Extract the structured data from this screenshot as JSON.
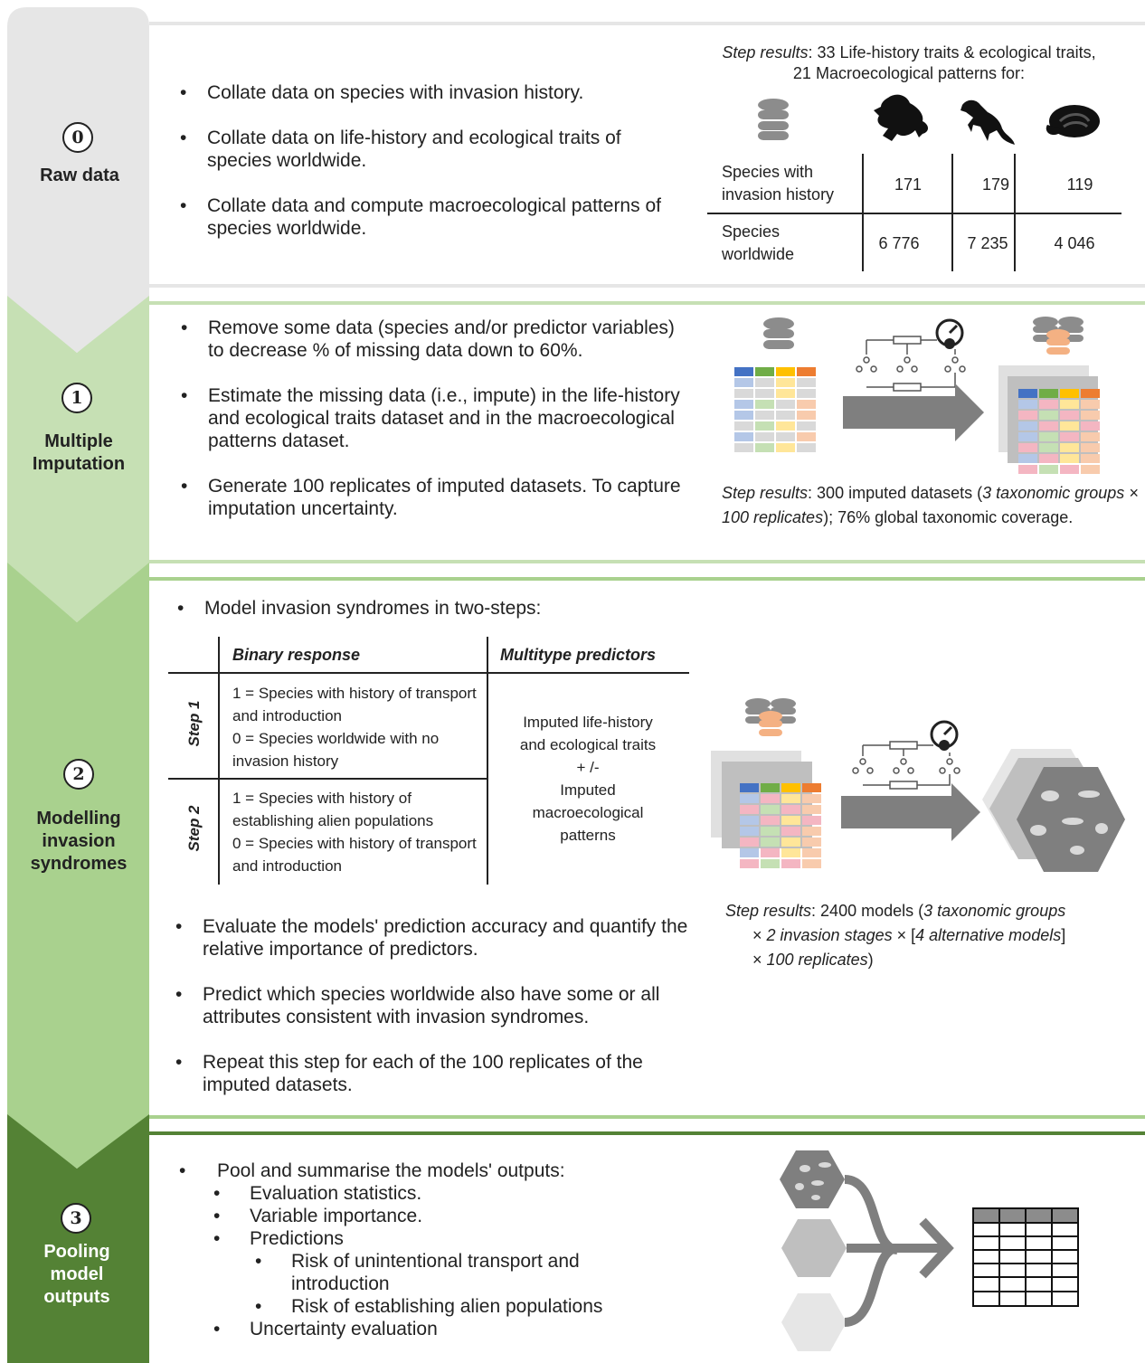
{
  "colors": {
    "step0": "#e6e6e6",
    "step1": "#c6e0b4",
    "step2": "#a9d18e",
    "step3": "#548235",
    "table_blue": "#4472c4",
    "table_green": "#70ad47",
    "table_yellow": "#ffc000",
    "table_orange": "#ed7d31"
  },
  "steps": [
    {
      "number": "0",
      "title_lines": [
        "Raw data"
      ],
      "bullets": [
        "Collate data on species with invasion history.",
        "Collate data on life-history and ecological traits of species worldwide.",
        "Collate data and compute macroecological patterns of species worldwide."
      ],
      "results_label": "Step results",
      "results_text": ": 33 Life-history traits & ecological traits, 21 Macroecological patterns for:",
      "icons": [
        "database-icon",
        "frog-icon",
        "lizard-icon",
        "snake-icon"
      ],
      "table": {
        "rows": [
          {
            "label": "Species with invasion history",
            "values": [
              "171",
              "179",
              "119"
            ]
          },
          {
            "label": "Species worldwide",
            "values": [
              "6 776",
              "7 235",
              "4 046"
            ]
          }
        ]
      }
    },
    {
      "number": "1",
      "title_lines": [
        "Multiple",
        "Imputation"
      ],
      "bullets": [
        "Remove some data (species and/or predictor variables) to decrease % of missing data down to 60%.",
        "Estimate the missing data (i.e., impute) in the life-history and ecological traits dataset and in the macroecological patterns dataset.",
        "Generate 100 replicates of imputed datasets. To capture imputation uncertainty."
      ],
      "results_label": "Step results",
      "results_a": ": 300 imputed datasets (",
      "results_b": "3 taxonomic groups × 100 replicates",
      "results_c": "); 76% global taxonomic coverage."
    },
    {
      "number": "2",
      "title_lines": [
        "Modelling",
        "invasion",
        "syndromes"
      ],
      "intro": "Model invasion syndromes in two-steps:",
      "table_headers": [
        "Binary response",
        "Multitype predictors"
      ],
      "table_rows": [
        {
          "step": "Step 1",
          "lines": [
            "1 = Species with history of transport and introduction",
            "0 = Species worldwide with no invasion history"
          ]
        },
        {
          "step": "Step 2",
          "lines": [
            "1 = Species with history of establishing alien populations",
            "0 = Species with history of transport and introduction"
          ]
        }
      ],
      "predictors_lines": [
        "Imputed life-history",
        "and ecological traits",
        "+ /-",
        "Imputed",
        "macroecological",
        "patterns"
      ],
      "bullets": [
        "Evaluate the models' prediction accuracy and quantify the relative importance of predictors.",
        "Predict which species worldwide also have some or all attributes consistent with invasion syndromes.",
        "Repeat this step for each of the 100 replicates of the imputed datasets."
      ],
      "results_label": "Step results",
      "results_a": ": 2400 models (",
      "results_b": "3 taxonomic groups",
      "results_c": "× ",
      "results_d": "2 invasion stages",
      "results_e": " × [",
      "results_f": "4 alternative models",
      "results_g": "]",
      "results_h": "× ",
      "results_i": "100 replicates",
      "results_j": ")"
    },
    {
      "number": "3",
      "title_lines": [
        "Pooling",
        "model",
        "outputs"
      ],
      "bullet": "Pool and summarise the models' outputs:",
      "sub": [
        "Evaluation statistics.",
        "Variable importance.",
        "Predictions"
      ],
      "subsub": [
        "Risk of unintentional transport and introduction",
        "Risk of establishing alien populations"
      ],
      "last": "Uncertainty evaluation"
    }
  ]
}
